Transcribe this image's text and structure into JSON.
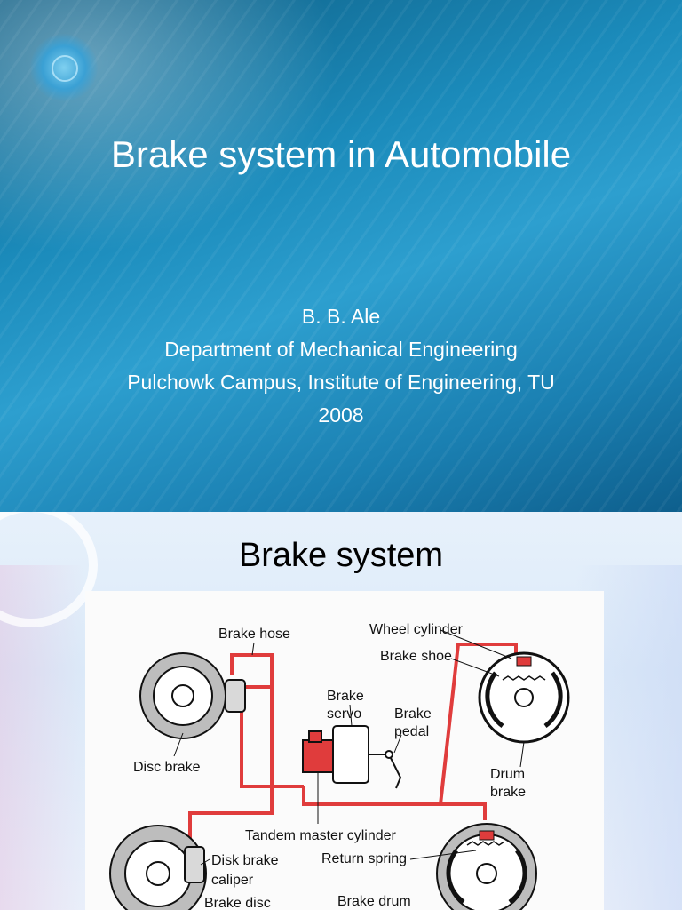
{
  "slide1": {
    "title": "Brake system in Automobile",
    "author": "B. B. Ale",
    "department": "Department of Mechanical Engineering",
    "institution": "Pulchowk Campus, Institute of Engineering, TU",
    "year": "2008"
  },
  "slide2": {
    "title": "Brake system",
    "labels": {
      "brake_hose": "Brake hose",
      "wheel_cylinder": "Wheel cylinder",
      "brake_shoe": "Brake shoe",
      "brake_servo_1": "Brake",
      "brake_servo_2": "servo",
      "brake_pedal_1": "Brake",
      "brake_pedal_2": "pedal",
      "disc_brake": "Disc brake",
      "drum_brake_1": "Drum",
      "drum_brake_2": "brake",
      "tandem_master_cylinder": "Tandem master cylinder",
      "disk_brake_caliper_1": "Disk brake",
      "disk_brake_caliper_2": "caliper",
      "return_spring": "Return spring",
      "brake_disc": "Brake disc",
      "brake_drum": "Brake drum"
    }
  }
}
